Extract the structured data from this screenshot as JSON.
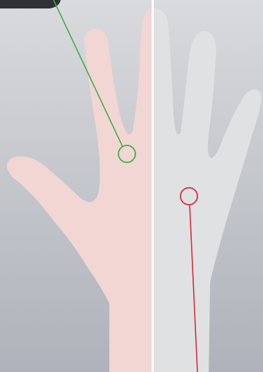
{
  "illustration": {
    "subject": "hand-comparison",
    "colors": {
      "background_top": "#d9dadd",
      "background_bottom": "#aeb2ba",
      "hand_pale": "#f1d6d3",
      "hand_red_top": "#d06a67",
      "hand_red_mid": "#dca8a6",
      "hand_red_bottom": "#dfe0e2",
      "divider": "#ffffff",
      "green_marker": "#3fae4a",
      "red_marker": "#d62b3a",
      "corner_tab": "#2f3134"
    },
    "markers": [
      {
        "name": "green-marker",
        "color": "#3fae4a"
      },
      {
        "name": "red-marker",
        "color": "#d62b3a"
      }
    ]
  }
}
